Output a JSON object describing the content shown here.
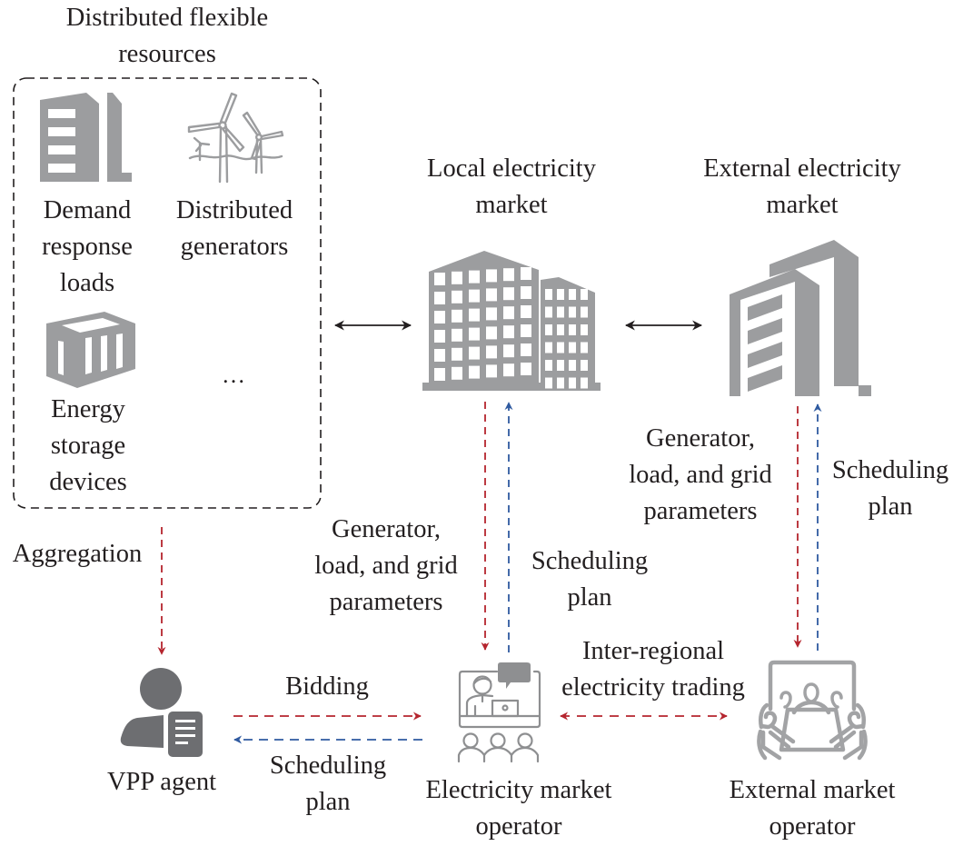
{
  "diagram": {
    "colors": {
      "icon_gray": "#9c9d9f",
      "icon_dark": "#6d6e71",
      "text": "#231f20",
      "info_flow_red": "#b5252e",
      "plan_flow_blue": "#2f5aa0",
      "neutral_arrow": "#231f20",
      "group_border": "#231f20"
    },
    "resource_group": {
      "title": [
        "Distributed flexible",
        "resources"
      ],
      "items": [
        {
          "id": "demand-response-loads",
          "icon": "office-building-icon",
          "label": [
            "Demand",
            "response",
            "loads"
          ]
        },
        {
          "id": "distributed-generators",
          "icon": "wind-turbine-icon",
          "label": [
            "Distributed",
            "generators"
          ]
        },
        {
          "id": "energy-storage-devices",
          "icon": "battery-container-icon",
          "label": [
            "Energy",
            "storage",
            "devices"
          ]
        }
      ],
      "more_indicator": "…"
    },
    "markets": {
      "local": {
        "icon": "multi-building-icon",
        "label": [
          "Local electricity",
          "market"
        ]
      },
      "external": {
        "icon": "tower-building-icon",
        "label": [
          "External electricity",
          "market"
        ]
      }
    },
    "actors": {
      "vpp_agent": {
        "icon": "agent-with-document-icon",
        "label": [
          "VPP agent"
        ]
      },
      "market_operator": {
        "icon": "presenter-audience-icon",
        "label": [
          "Electricity market",
          "operator"
        ]
      },
      "external_operator": {
        "icon": "meeting-table-icon",
        "label": [
          "External market",
          "operator"
        ]
      }
    },
    "flows": {
      "aggregation": {
        "label": [
          "Aggregation"
        ],
        "from": "resource_group",
        "to": "vpp_agent",
        "style": "dashed",
        "color": "red"
      },
      "bidding": {
        "label": [
          "Bidding"
        ],
        "from": "vpp_agent",
        "to": "market_operator",
        "style": "dashed",
        "color": "red"
      },
      "vpp_schedule": {
        "label": [
          "Scheduling",
          "plan"
        ],
        "from": "market_operator",
        "to": "vpp_agent",
        "style": "dashed",
        "color": "blue"
      },
      "local_params": {
        "label": [
          "Generator,",
          "load, and grid",
          "parameters"
        ],
        "from": "local_market",
        "to": "market_operator",
        "style": "dashed",
        "color": "red"
      },
      "local_schedule": {
        "label": [
          "Scheduling",
          "plan"
        ],
        "from": "market_operator",
        "to": "local_market",
        "style": "dashed",
        "color": "blue"
      },
      "external_params": {
        "label": [
          "Generator,",
          "load, and grid",
          "parameters"
        ],
        "from": "external_market",
        "to": "external_operator",
        "style": "dashed",
        "color": "red"
      },
      "external_schedule": {
        "label": [
          "Scheduling",
          "plan"
        ],
        "from": "external_operator",
        "to": "external_market",
        "style": "dashed",
        "color": "blue"
      },
      "inter_regional": {
        "label": [
          "Inter-regional",
          "electricity trading"
        ],
        "from": "market_operator",
        "to": "external_operator",
        "style": "dashed",
        "color": "red",
        "bidirectional": true
      },
      "resources_local_link": {
        "label": [],
        "from": "resource_group",
        "to": "local_market",
        "style": "solid",
        "color": "black",
        "bidirectional": true
      },
      "local_external_link": {
        "label": [],
        "from": "local_market",
        "to": "external_market",
        "style": "solid",
        "color": "black",
        "bidirectional": true
      }
    }
  }
}
